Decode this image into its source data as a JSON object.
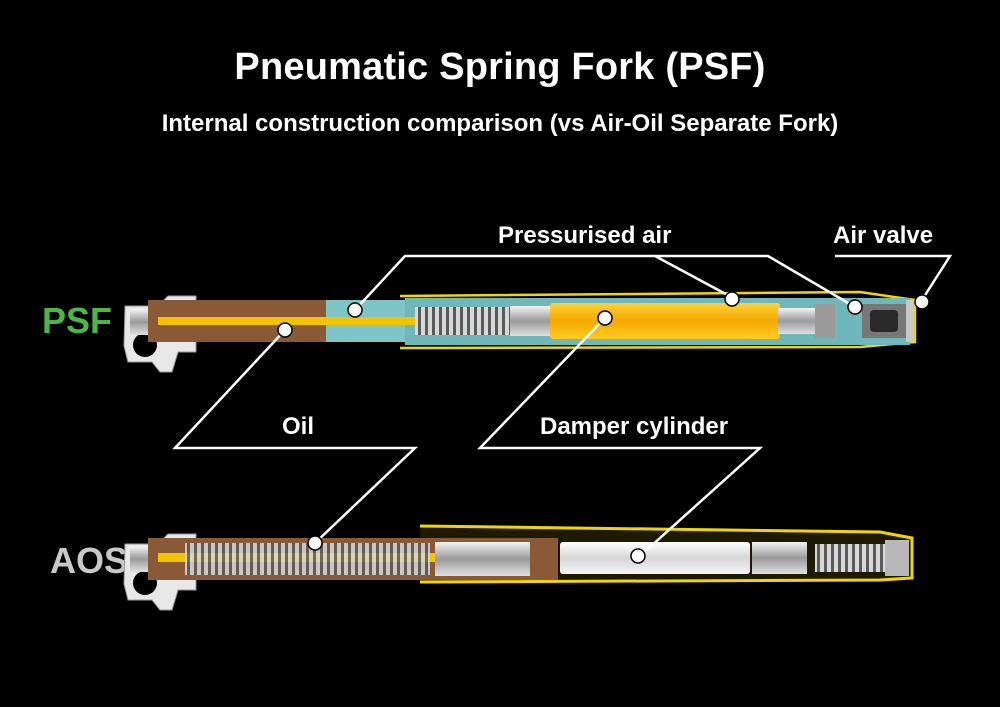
{
  "title": "Pneumatic Spring Fork (PSF)",
  "subtitle": "Internal construction comparison (vs Air-Oil Separate Fork)",
  "forks": {
    "psf": "PSF",
    "aos": "AOS"
  },
  "callouts": {
    "pressurised_air": "Pressurised air",
    "air_valve": "Air valve",
    "oil": "Oil",
    "damper_cylinder": "Damper cylinder"
  },
  "colors": {
    "background": "#000000",
    "psf_label": "#4cb648",
    "aos_label": "#c8c8c8",
    "oil": "#8a5a36",
    "air": "#7fc4c6",
    "damper_yellow": "#f5b400",
    "tube_yellow": "#f2d600",
    "metal": "#bfbfbf"
  }
}
